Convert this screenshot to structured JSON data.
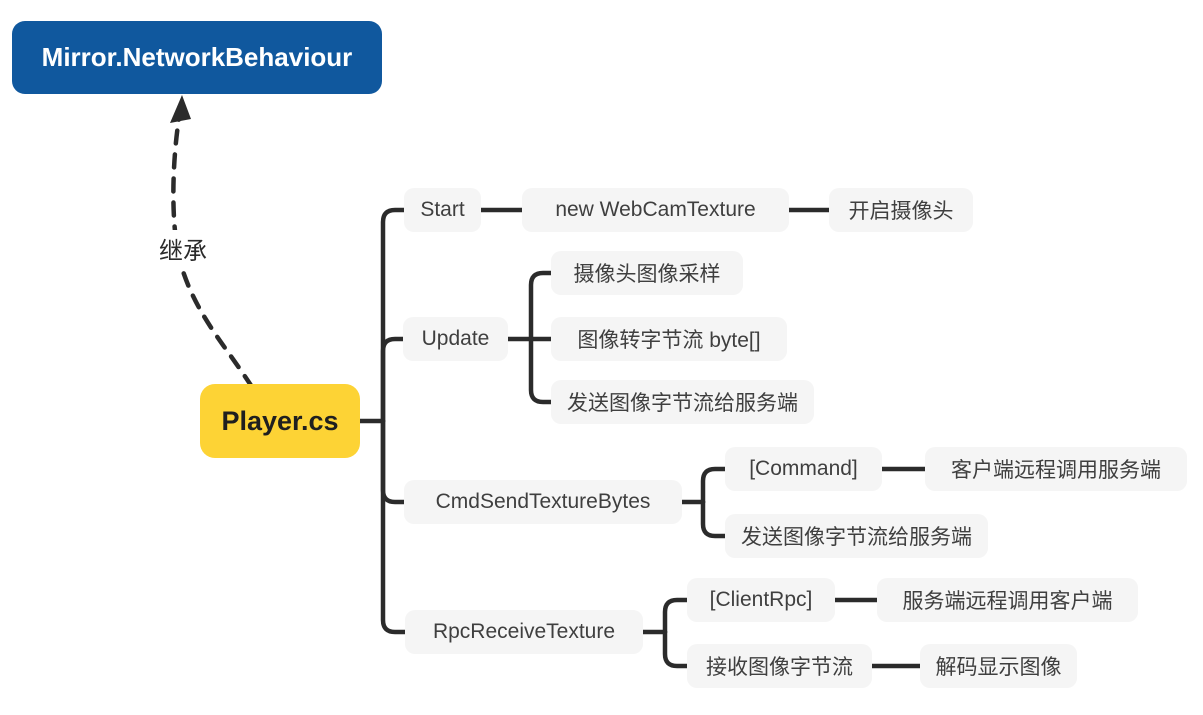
{
  "colors": {
    "parent-bg": "#10589e",
    "parent-text": "#ffffff",
    "root-bg": "#fdd335",
    "root-text": "#1f1f1f",
    "node-bg": "#f5f5f5",
    "node-text": "#3f3f3f",
    "line": "#2b2b2b"
  },
  "mindmap": {
    "parent": {
      "label": "Mirror.NetworkBehaviour"
    },
    "inheritance_label": "继承",
    "root": {
      "label": "Player.cs"
    },
    "branches": [
      {
        "label": "Start",
        "children": [
          {
            "label": "new WebCamTexture",
            "children": [
              {
                "label": "开启摄像头"
              }
            ]
          }
        ]
      },
      {
        "label": "Update",
        "children": [
          {
            "label": "摄像头图像采样"
          },
          {
            "label": "图像转字节流 byte[]"
          },
          {
            "label": "发送图像字节流给服务端"
          }
        ]
      },
      {
        "label": "CmdSendTextureBytes",
        "children": [
          {
            "label": "[Command]",
            "children": [
              {
                "label": "客户端远程调用服务端"
              }
            ]
          },
          {
            "label": "发送图像字节流给服务端"
          }
        ]
      },
      {
        "label": "RpcReceiveTexture",
        "children": [
          {
            "label": "[ClientRpc]",
            "children": [
              {
                "label": "服务端远程调用客户端"
              }
            ]
          },
          {
            "label": "接收图像字节流",
            "children": [
              {
                "label": "解码显示图像"
              }
            ]
          }
        ]
      }
    ]
  }
}
